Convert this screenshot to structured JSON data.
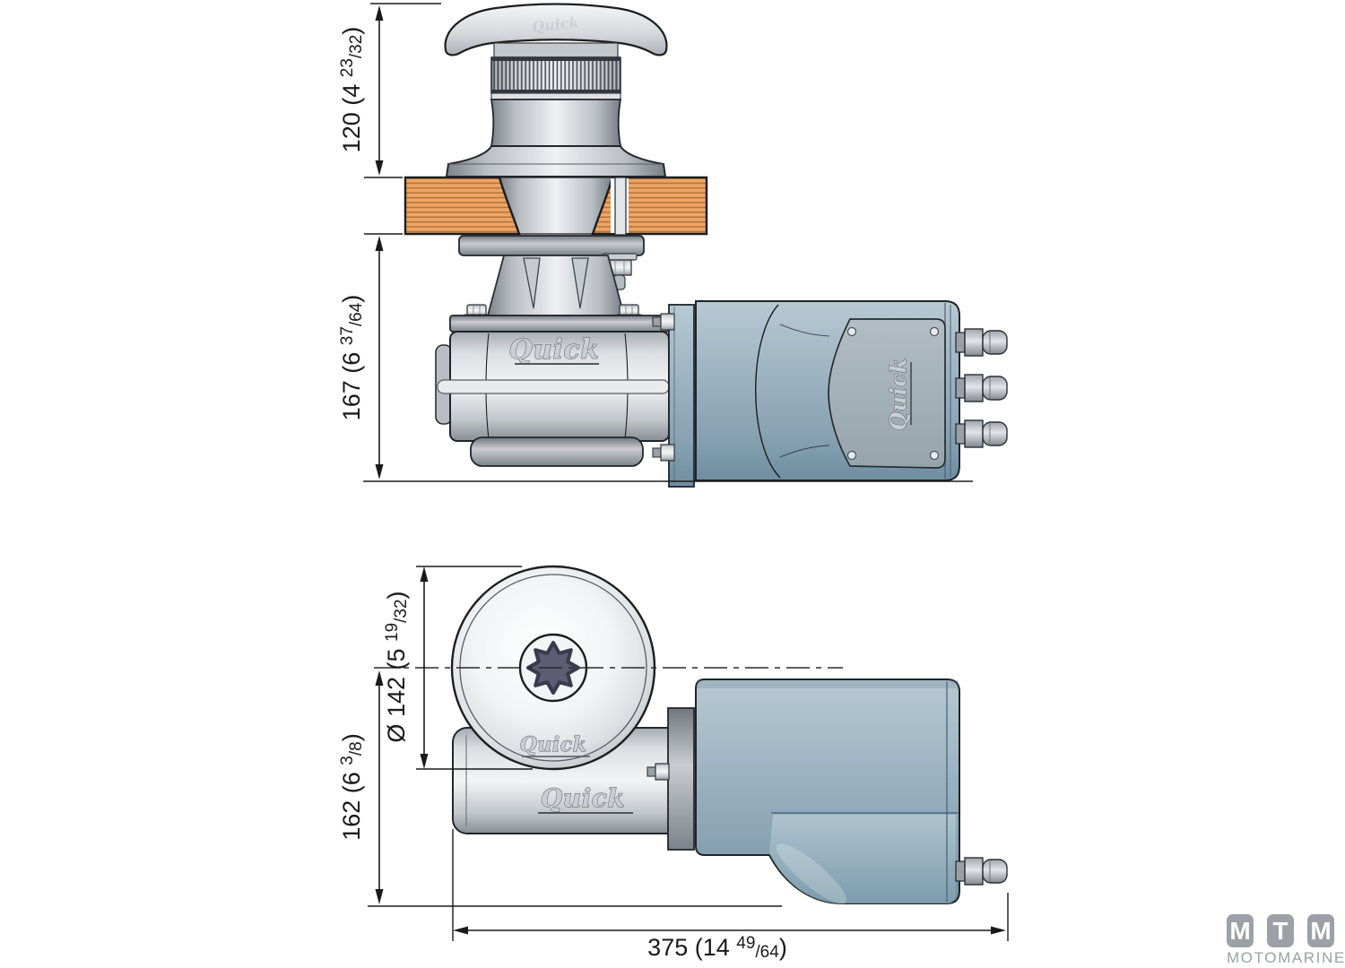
{
  "branding": {
    "product_logo": "Quick",
    "footer": {
      "letters": [
        "M",
        "T",
        "M"
      ],
      "name": "MOTOMARINE"
    }
  },
  "dimensions": {
    "height_above_deck": {
      "main": "120 (4 ",
      "frac_num": "23",
      "frac_den": "/32",
      "close": ")"
    },
    "depth_below_deck": {
      "main": "167 (6 ",
      "frac_num": "37",
      "frac_den": "/64",
      "close": ")"
    },
    "drum_diameter": {
      "main": "Ø 142 (5 ",
      "frac_num": "19",
      "frac_den": "/32",
      "close": ")"
    },
    "centerline_to_base": {
      "main": "162 (6 ",
      "frac_num": "3",
      "frac_den": "/8",
      "close": ")"
    },
    "overall_length": {
      "main": "375 (14 ",
      "frac_num": "49",
      "frac_den": "/64",
      "close": ")"
    }
  },
  "colors": {
    "deck_wood": "#eea566",
    "deck_hatch": "#b5763a",
    "motor_housing": "#9db4c2",
    "metal_light": "#f2f3f4",
    "metal_dark": "#8d939a",
    "outline": "#1a1a1a",
    "clutch_star": "#5c5c74",
    "logo_gray": "#9aa0a6"
  }
}
